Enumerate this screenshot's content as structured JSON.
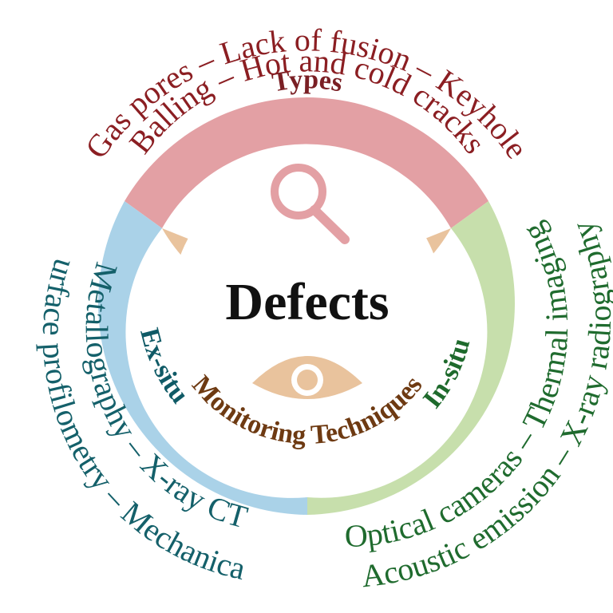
{
  "center": {
    "title": "Defects"
  },
  "segments": {
    "types": {
      "label": "Types",
      "color": "#e3a0a4",
      "text_color": "#7a1f24"
    },
    "ex_situ": {
      "label": "Ex-situ",
      "color": "#aad2e8",
      "text_color": "#0f5a66"
    },
    "in_situ": {
      "label": "In-situ",
      "color": "#c7dfac",
      "text_color": "#1e6a2c"
    },
    "monitoring": {
      "label": "Monitoring Techniques",
      "color": "#e9c39d",
      "text_color": "#6e3a12"
    }
  },
  "outer_text": {
    "types_line1": "Gas pores – Lack of fusion – Keyhole",
    "types_line2": "Balling – Hot and cold cracks",
    "ex_situ_line1": "Metallography – X-ray CT",
    "ex_situ_line2": "Surface profilometry – Mechanical",
    "in_situ_line1": "Optical cameras – Thermal imaging",
    "in_situ_line2": "Acoustic emission – X-ray radiography"
  },
  "icons": {
    "search": "magnifier-icon",
    "eye": "eye-icon"
  },
  "colors": {
    "types_text": "#8b1e22",
    "ex_situ_text": "#14606a",
    "in_situ_text": "#1f6b2e",
    "magnifier": "#e3a0a4",
    "eye": "#e9c39d"
  }
}
